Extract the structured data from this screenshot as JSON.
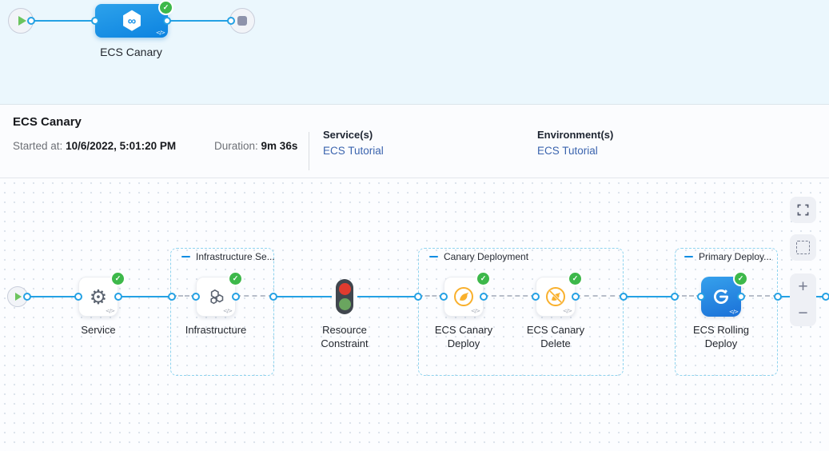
{
  "icons": {
    "check": "✓",
    "code": "</>",
    "gear": "⚙"
  },
  "colors": {
    "accent_blue": "#24a1e4",
    "node_blue": "#0c83e0",
    "success_green": "#3db84a",
    "link_blue": "#3b64ae",
    "canary_yellow": "#f9b02c",
    "traffic_red": "#e03b2f",
    "traffic_green": "#6aa55f"
  },
  "top_pipeline": {
    "stage_label": "ECS Canary"
  },
  "info_bar": {
    "title": "ECS Canary",
    "started_label": "Started at:",
    "started_value": "10/6/2022, 5:01:20 PM",
    "duration_label": "Duration:",
    "duration_value": "9m 36s",
    "services_label": "Service(s)",
    "services_value": "ECS Tutorial",
    "environments_label": "Environment(s)",
    "environments_value": "ECS Tutorial"
  },
  "canvas": {
    "groups": [
      {
        "label": "Infrastructure Se..."
      },
      {
        "label": "Canary Deployment"
      },
      {
        "label": "Primary Deploy..."
      }
    ],
    "steps": [
      {
        "label": "Service"
      },
      {
        "label": "Infrastructure"
      },
      {
        "label": "Resource\nConstraint"
      },
      {
        "label": "ECS Canary\nDeploy"
      },
      {
        "label": "ECS Canary\nDelete"
      },
      {
        "label": "ECS Rolling\nDeploy"
      }
    ],
    "controls": {
      "zoom_in": "+",
      "zoom_out": "−"
    }
  }
}
